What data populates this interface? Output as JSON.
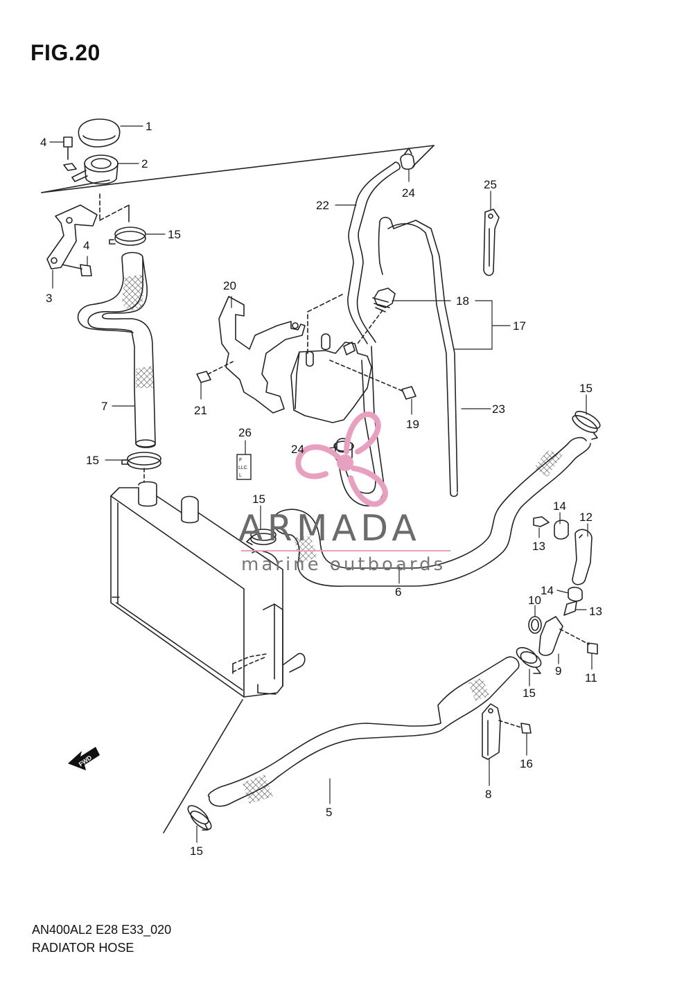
{
  "figure": {
    "title": "FIG.20"
  },
  "footer": {
    "model_code": "AN400AL2 E28 E33_020",
    "caption": "RADIATOR HOSE"
  },
  "watermark": {
    "brand": "ARMADA",
    "tagline": "marine outboards",
    "logo_color": "#e8a0c0"
  },
  "fwd_badge": {
    "text": "FWD"
  },
  "reservoir_marking": {
    "line1": "F",
    "line2": "LLC",
    "line3": "L"
  },
  "callouts": [
    {
      "id": "c1",
      "number": "1"
    },
    {
      "id": "c2",
      "number": "2"
    },
    {
      "id": "c3",
      "number": "3"
    },
    {
      "id": "c4a",
      "number": "4"
    },
    {
      "id": "c4b",
      "number": "4"
    },
    {
      "id": "c5",
      "number": "5"
    },
    {
      "id": "c6",
      "number": "6"
    },
    {
      "id": "c7",
      "number": "7"
    },
    {
      "id": "c8",
      "number": "8"
    },
    {
      "id": "c9",
      "number": "9"
    },
    {
      "id": "c10",
      "number": "10"
    },
    {
      "id": "c11",
      "number": "11"
    },
    {
      "id": "c12",
      "number": "12"
    },
    {
      "id": "c13a",
      "number": "13"
    },
    {
      "id": "c13b",
      "number": "13"
    },
    {
      "id": "c14a",
      "number": "14"
    },
    {
      "id": "c14b",
      "number": "14"
    },
    {
      "id": "c15a",
      "number": "15"
    },
    {
      "id": "c15b",
      "number": "15"
    },
    {
      "id": "c15c",
      "number": "15"
    },
    {
      "id": "c15d",
      "number": "15"
    },
    {
      "id": "c15e",
      "number": "15"
    },
    {
      "id": "c15f",
      "number": "15"
    },
    {
      "id": "c16",
      "number": "16"
    },
    {
      "id": "c17",
      "number": "17"
    },
    {
      "id": "c18",
      "number": "18"
    },
    {
      "id": "c19",
      "number": "19"
    },
    {
      "id": "c20",
      "number": "20"
    },
    {
      "id": "c21",
      "number": "21"
    },
    {
      "id": "c22",
      "number": "22"
    },
    {
      "id": "c23",
      "number": "23"
    },
    {
      "id": "c24a",
      "number": "24"
    },
    {
      "id": "c24b",
      "number": "24"
    },
    {
      "id": "c25",
      "number": "25"
    },
    {
      "id": "c26",
      "number": "26"
    }
  ]
}
